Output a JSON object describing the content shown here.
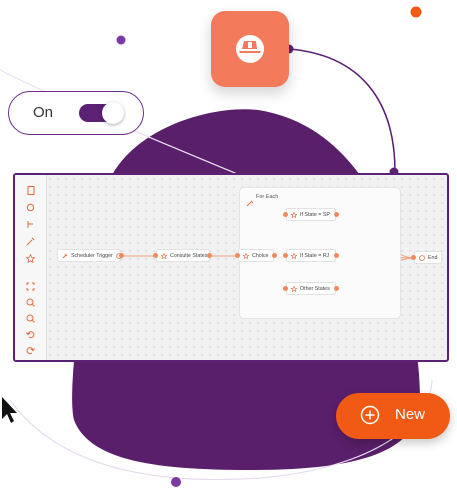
{
  "toggle": {
    "label": "On",
    "state": "on"
  },
  "new_button": {
    "label": "New"
  },
  "workflow": {
    "group_label": "For Each",
    "nodes": {
      "trigger": "Scheduler Trigger",
      "consult": "Consulte States",
      "choice": "Choice",
      "sp": "If State = SP",
      "rj": "If State = RJ",
      "other": "Other States",
      "end": "End"
    }
  },
  "toolbar_icons": [
    "document-icon",
    "settings-icon",
    "branch-icon",
    "magic-icon",
    "star-icon",
    "fit-icon",
    "zoom-in-icon",
    "zoom-out-icon",
    "undo-icon",
    "redo-icon"
  ],
  "colors": {
    "brand_purple": "#5a2175",
    "accent_orange": "#f05a14",
    "tile_coral": "#f47a5c",
    "connector": "#f3a07a"
  }
}
